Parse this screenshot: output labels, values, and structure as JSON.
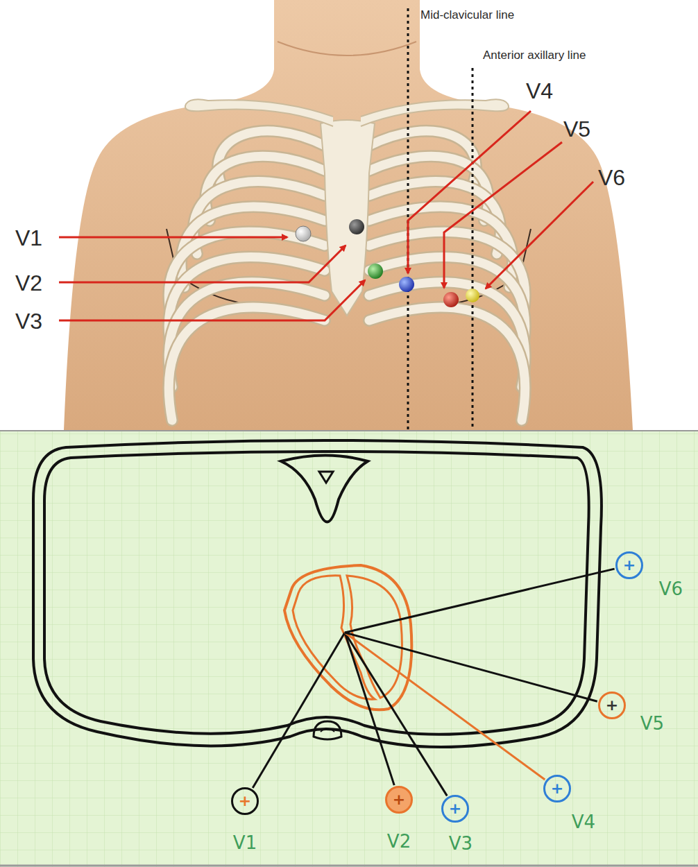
{
  "diagram": {
    "nodes": [
      {
        "text": [
          "+",
          "V1"
        ]
      },
      {
        "text": [
          "+",
          "V2"
        ]
      },
      {
        "text": [
          "+",
          "V3"
        ]
      },
      {
        "text": [
          "+",
          "V4"
        ]
      },
      {
        "text": [
          "+",
          "V5"
        ]
      },
      {
        "text": [
          "+",
          "V6"
        ]
      }
    ],
    "labels": [
      "Mid-clavicular line",
      "Anterior axillary line",
      "V4",
      "V5",
      "V6",
      "V1",
      "V2",
      "V3"
    ]
  }
}
